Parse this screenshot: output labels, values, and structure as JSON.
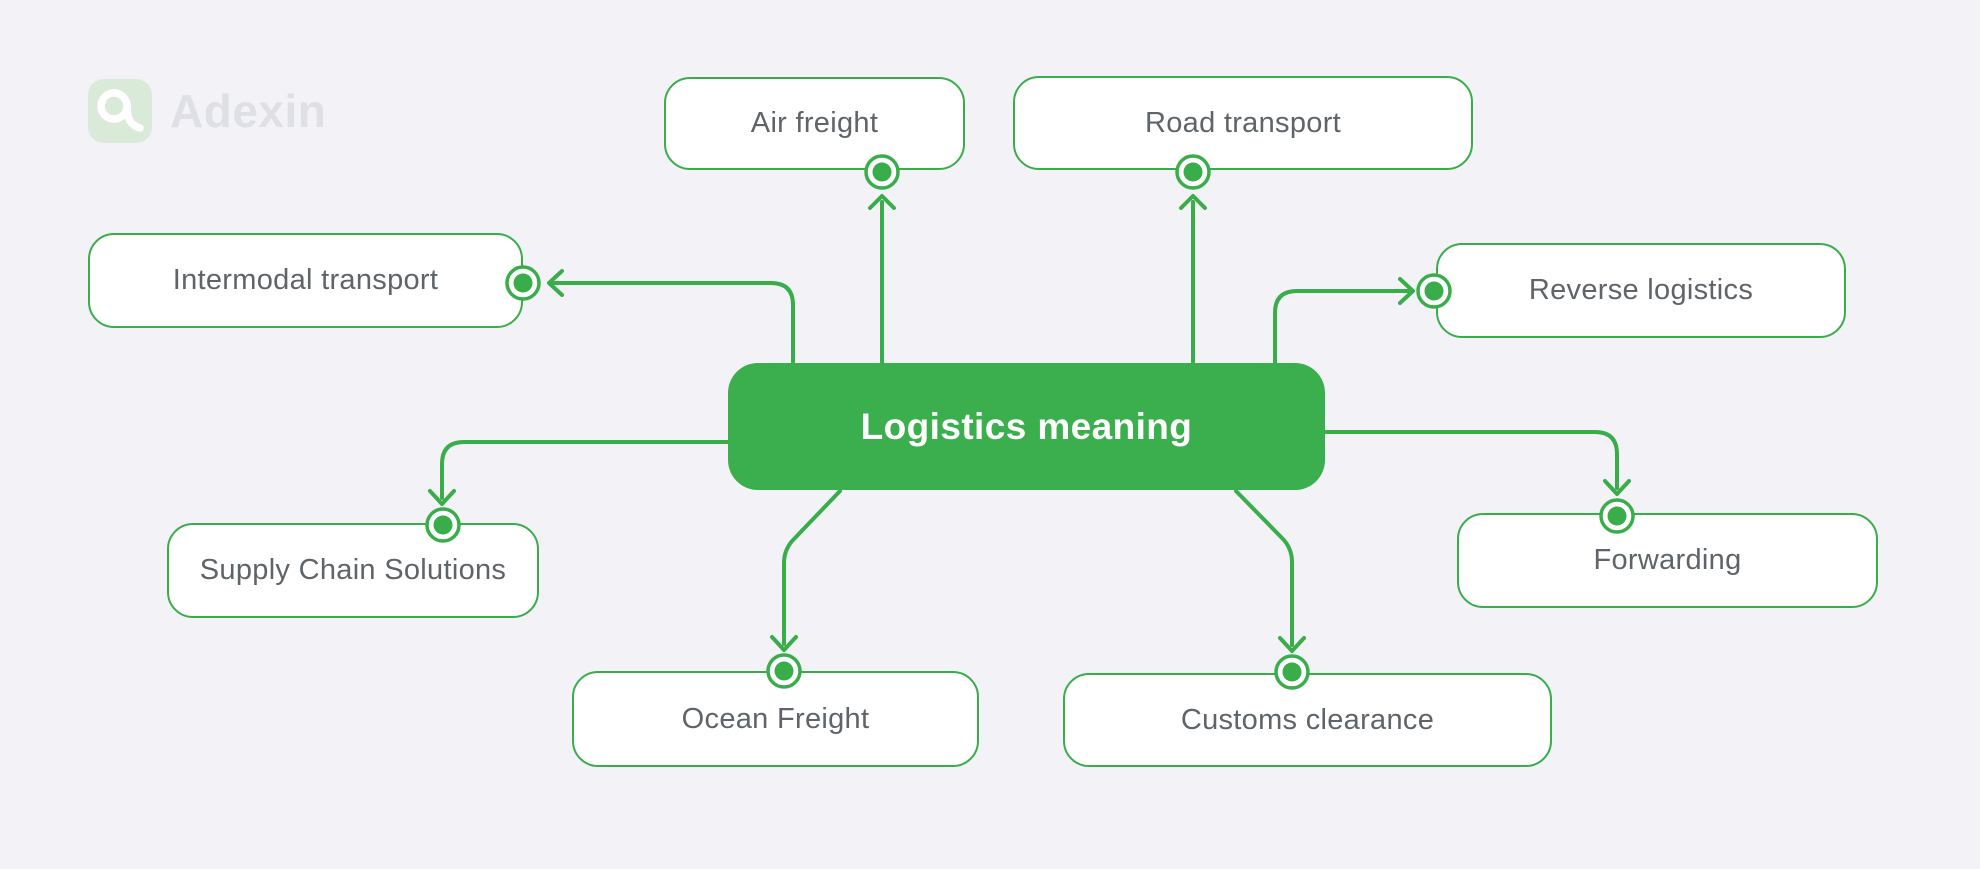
{
  "brand": {
    "name": "Adexin"
  },
  "colors": {
    "accent_green": "#3aad4b",
    "center_box_green": "#3bae4d",
    "background": "#f2f2f7",
    "node_text": "#5f6468",
    "center_text": "#ffffff",
    "logo_tile": "#d9ead9",
    "brand_text": "#dee0e6"
  },
  "diagram": {
    "center": {
      "label": "Logistics meaning"
    },
    "nodes": [
      {
        "id": "air-freight",
        "label": "Air freight"
      },
      {
        "id": "road-transport",
        "label": "Road transport"
      },
      {
        "id": "intermodal-transport",
        "label": "Intermodal transport"
      },
      {
        "id": "reverse-logistics",
        "label": "Reverse logistics"
      },
      {
        "id": "supply-chain-solutions",
        "label": "Supply Chain Solutions"
      },
      {
        "id": "ocean-freight",
        "label": "Ocean Freight"
      },
      {
        "id": "customs-clearance",
        "label": "Customs clearance"
      },
      {
        "id": "forwarding",
        "label": "Forwarding"
      }
    ]
  }
}
